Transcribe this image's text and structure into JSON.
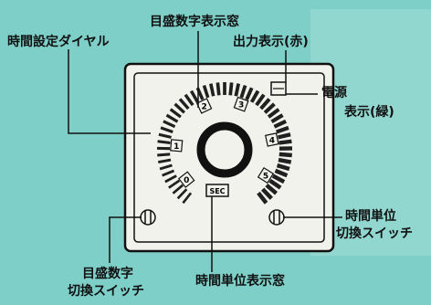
{
  "colors": {
    "background": "#7ecfc8",
    "panel": "#f2f2ec",
    "line": "#111111",
    "scale_mark": "#202020"
  },
  "labels": {
    "scale_window": "目盛数字表示窓",
    "output_display": "出力表示(赤)",
    "time_dial": "時間設定ダイヤル",
    "power_line1": "電源",
    "power_line2": "表示(緑)",
    "unit_switch_line1": "時間単位",
    "unit_switch_line2": "切換スイッチ",
    "scale_switch_line1": "目盛数字",
    "scale_switch_line2": "切換スイッチ",
    "unit_window": "時間単位表示窓"
  },
  "dial": {
    "numbers": [
      "0",
      "1",
      "2",
      "3",
      "4",
      "5"
    ],
    "unit_text": "SEC"
  }
}
